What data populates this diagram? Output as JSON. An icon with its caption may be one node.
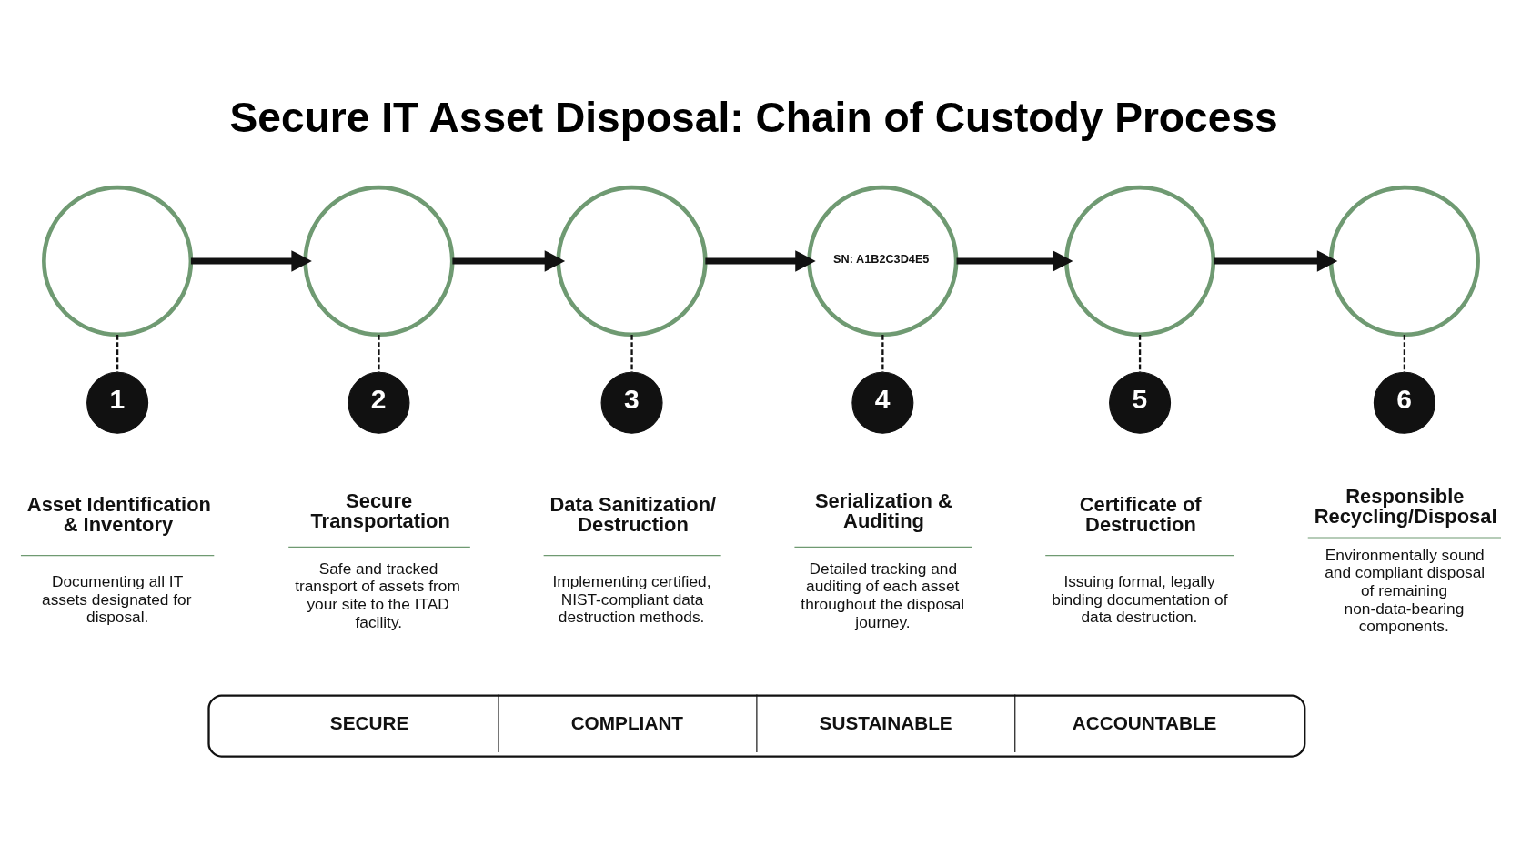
{
  "diagram": {
    "title": "Secure IT Asset Disposal: Chain of Custody Process",
    "nodes": [
      {
        "text": [],
        "shape": "circle"
      },
      {
        "text": [],
        "shape": "circle"
      },
      {
        "text": [],
        "shape": "circle"
      },
      {
        "text": [
          "SN: A1B2C3D4E5"
        ]
      },
      {
        "text": [],
        "shape": "circle"
      },
      {
        "text": [],
        "shape": "circle"
      },
      {
        "text": [
          "1"
        ],
        "beside": [
          "Asset Identification & Inventory",
          "Documenting all IT assets designated for disposal."
        ]
      },
      {
        "text": [
          "2"
        ],
        "beside": [
          "Secure Transportation",
          "Safe and tracked transport of assets from your site to the ITAD facility."
        ]
      },
      {
        "text": [
          "3"
        ],
        "beside": [
          "Data Sanitization/ Destruction",
          "Implementing certified, NIST-compliant data destruction methods."
        ]
      },
      {
        "text": [
          "4"
        ],
        "beside": [
          "Serialization & Auditing",
          "Detailed tracking and auditing of each asset throughout the disposal journey."
        ]
      },
      {
        "text": [
          "5"
        ],
        "beside": [
          "Certificate of Destruction",
          "Issuing formal, legally binding documentation of data destruction."
        ]
      },
      {
        "text": [
          "6"
        ],
        "beside": [
          "Responsible Recycling/Disposal",
          "Environmentally sound and compliant disposal of remaining non-data-bearing components."
        ]
      },
      {
        "text": [
          "SECURE",
          "COMPLIANT",
          "SUSTAINABLE",
          "ACCOUNTABLE"
        ]
      }
    ],
    "edges": [
      {
        "from": 0,
        "to": 1,
        "arrow": "to",
        "style": "thick"
      },
      {
        "from": 1,
        "to": 2,
        "arrow": "to",
        "style": "thick"
      },
      {
        "from": 2,
        "to": 3,
        "arrow": "to",
        "style": "thick"
      },
      {
        "from": 3,
        "to": 4,
        "arrow": "to",
        "style": "thick"
      },
      {
        "from": 4,
        "to": 5,
        "arrow": "to",
        "style": "thick"
      },
      {
        "from": 0,
        "to": 6,
        "arrow": "none",
        "style": "dashed"
      },
      {
        "from": 1,
        "to": 7,
        "arrow": "none",
        "style": "dashed"
      },
      {
        "from": 2,
        "to": 8,
        "arrow": "none",
        "style": "dashed"
      },
      {
        "from": 3,
        "to": 9,
        "arrow": "none",
        "style": "dashed"
      },
      {
        "from": 4,
        "to": 10,
        "arrow": "none",
        "style": "dashed"
      },
      {
        "from": 5,
        "to": 11,
        "arrow": "none",
        "style": "dashed"
      }
    ]
  }
}
